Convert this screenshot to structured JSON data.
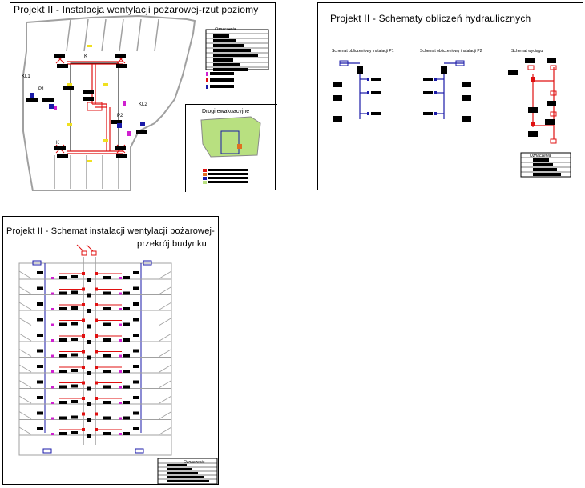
{
  "panel_plan": {
    "title": "Projekt II - Instalacja wentylacji pożarowej-rzut poziomy",
    "legend_title": "Oznaczenia",
    "labels": {
      "kl1": "KL1",
      "p1": "P1",
      "p2": "P2",
      "kl2": "KL2",
      "k": "K"
    },
    "inset_title": "Drogi ewakuacyjne"
  },
  "panel_hydraulic": {
    "title": "Projekt II - Schematy obliczeń hydraulicznych",
    "schema_p1": "Schemat obliczeniowy instalacji P1",
    "schema_p2": "Schemat obliczeniowy instalacji P2",
    "schema_exhaust": "Schemat wyciągu",
    "legend_title": "Oznaczenia"
  },
  "panel_section": {
    "title_line1": "Projekt II - Schemat instalacji wentylacji pożarowej-",
    "title_line2": "przekrój budynku",
    "legend_title": "Oznaczenia"
  },
  "colors": {
    "supply": "#1a1aa8",
    "exhaust": "#e01010",
    "damper": "#d020d0",
    "wall": "#a0a0a0",
    "route": "#b8e080"
  }
}
